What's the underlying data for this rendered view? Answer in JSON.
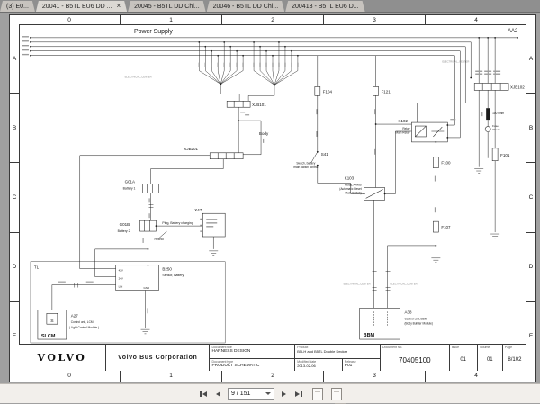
{
  "tabbar": {
    "close_glyph": "×",
    "tabs": [
      {
        "label": "(3) E0..."
      },
      {
        "label": "20041 - B5TL EU6 DD ..."
      },
      {
        "label": "20045 - B5TL DD Chi..."
      },
      {
        "label": "20046 - B5TL DD Chi..."
      },
      {
        "label": "200413 - B5TL EU6 D..."
      }
    ]
  },
  "grid": {
    "cols": [
      "0",
      "1",
      "2",
      "3",
      "4"
    ],
    "rows": [
      "A",
      "B",
      "C",
      "D",
      "E"
    ]
  },
  "schematic": {
    "title": "Power Supply",
    "sheet_ref": "AA2",
    "electrical_center": "ELECTRICAL_CENTER",
    "connectors": {
      "xjb101": "XJB101",
      "xjb201": "XJB201",
      "xjb102": "XJB102"
    },
    "labels": {
      "body": "Body",
      "hybrid": "Hybrid",
      "tl": "TL",
      "g01a": "G01A",
      "g01a_desc": "Battery 1",
      "g01b": "G01B",
      "g01b_desc": "Battery 2",
      "x47": "X47",
      "x47_desc": "Plug, Battery charging",
      "s41": "S41",
      "s41_desc1": "Switch, battery",
      "s41_desc2": "main switch control",
      "f104": "F104",
      "f121": "F121",
      "f100": "F100",
      "f107": "F107",
      "f101": "F101",
      "k102": "K102",
      "k102_desc1": "Relay",
      "k102_desc2": "Main Relay",
      "k103": "K103",
      "k103_desc1": "Relay, ARMS",
      "k103_desc2": "(Automatic Reset",
      "k103_desc3": "Main Switch)",
      "r100": "100 Ohm",
      "fuse_check1": "Fuse",
      "fuse_check2": "Check",
      "b250": "B250",
      "b250_desc": "Sensor, Battery",
      "pin_42v": "42V",
      "pin_24v": "24V",
      "pin_lin": "LIN",
      "pin_gnd": "GND",
      "a27": "A27",
      "a27_desc1": "Control unit, LCM",
      "a27_desc2": "( Light Control Module )",
      "slcm": "SLCM",
      "s_symbol": "S",
      "a38": "A38",
      "a38_desc1": "Control unit, BBM",
      "a38_desc2": "(Body Builder Module)",
      "bbm": "BBM"
    }
  },
  "title_block": {
    "logo": "VOLVO",
    "company": "Volvo Bus Corporation",
    "doc_title_label": "Document title",
    "doc_title": "HARNESS DESIGN",
    "doc_type_label": "Document type",
    "doc_type": "PRODUCT SCHEMATIC",
    "product_label": "Product",
    "product": "B5LH and B5TL Double Decker",
    "modified_label": "Modified date",
    "modified": "2013-02-06",
    "release_label": "Release",
    "release": "P01",
    "doc_no_label": "Document No.",
    "doc_no": "70405100",
    "issue_label": "Issue",
    "issue": "01",
    "volume_label": "Volume",
    "volume": "01",
    "page_label": "Page",
    "page": "8/102"
  },
  "toolbar": {
    "page_indicator": "9 / 151"
  }
}
